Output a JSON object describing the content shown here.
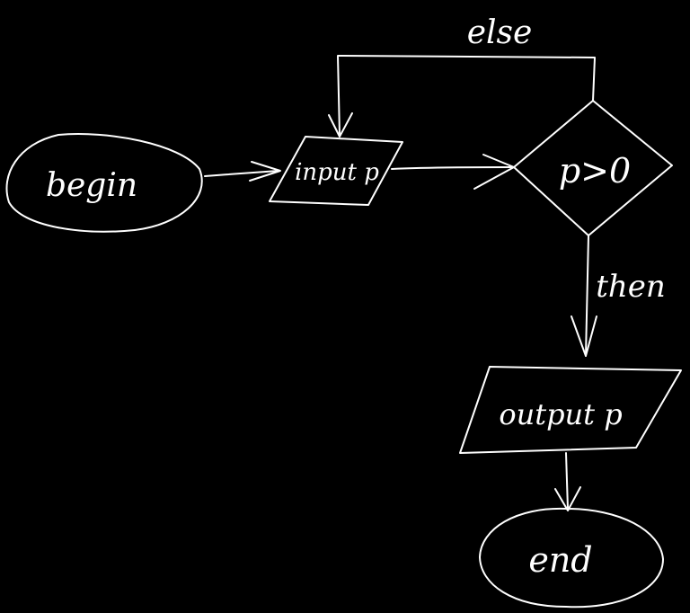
{
  "diagram": {
    "type": "flowchart",
    "style": "hand-drawn",
    "colors": {
      "background": "#000000",
      "stroke": "#ffffff"
    },
    "nodes": {
      "begin": {
        "shape": "ellipse",
        "label": "begin"
      },
      "input": {
        "shape": "parallelogram",
        "label": "input p"
      },
      "decision": {
        "shape": "diamond",
        "label": "p>0"
      },
      "output": {
        "shape": "parallelogram",
        "label": "output p"
      },
      "end": {
        "shape": "ellipse",
        "label": "end"
      }
    },
    "edges": {
      "begin_to_input": {
        "from": "begin",
        "to": "input",
        "label": ""
      },
      "input_to_decision": {
        "from": "input",
        "to": "decision",
        "label": ""
      },
      "decision_else": {
        "from": "decision",
        "to": "input",
        "label": "else"
      },
      "decision_then": {
        "from": "decision",
        "to": "output",
        "label": "then"
      },
      "output_to_end": {
        "from": "output",
        "to": "end",
        "label": ""
      }
    }
  }
}
